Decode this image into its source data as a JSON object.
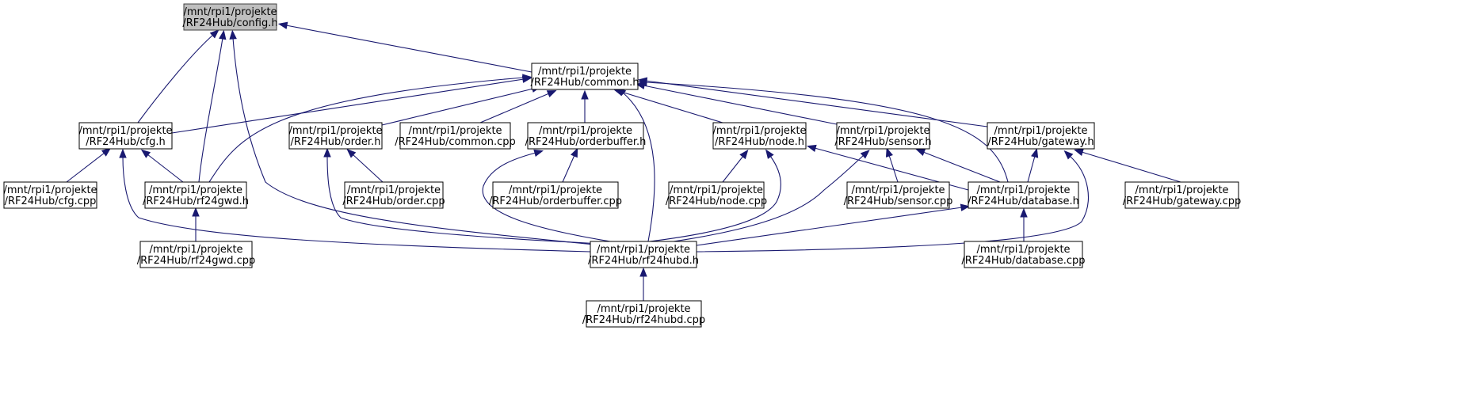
{
  "colors": {
    "edge": "#191970",
    "root_fill": "#bfbfbf",
    "node_fill": "#ffffff",
    "border": "#000000"
  },
  "nodes": [
    {
      "id": "config_h",
      "line1": "/mnt/rpi1/projekte",
      "line2": "/RF24Hub/config.h",
      "root": true
    },
    {
      "id": "common_h",
      "line1": "/mnt/rpi1/projekte",
      "line2": "/RF24Hub/common.h"
    },
    {
      "id": "cfg_h",
      "line1": "/mnt/rpi1/projekte",
      "line2": "/RF24Hub/cfg.h"
    },
    {
      "id": "order_h",
      "line1": "/mnt/rpi1/projekte",
      "line2": "/RF24Hub/order.h"
    },
    {
      "id": "common_cpp",
      "line1": "/mnt/rpi1/projekte",
      "line2": "/RF24Hub/common.cpp"
    },
    {
      "id": "orderbuffer_h",
      "line1": "/mnt/rpi1/projekte",
      "line2": "/RF24Hub/orderbuffer.h"
    },
    {
      "id": "node_h",
      "line1": "/mnt/rpi1/projekte",
      "line2": "/RF24Hub/node.h"
    },
    {
      "id": "sensor_h",
      "line1": "/mnt/rpi1/projekte",
      "line2": "/RF24Hub/sensor.h"
    },
    {
      "id": "gateway_h",
      "line1": "/mnt/rpi1/projekte",
      "line2": "/RF24Hub/gateway.h"
    },
    {
      "id": "cfg_cpp",
      "line1": "/mnt/rpi1/projekte",
      "line2": "/RF24Hub/cfg.cpp"
    },
    {
      "id": "rf24gwd_h",
      "line1": "/mnt/rpi1/projekte",
      "line2": "/RF24Hub/rf24gwd.h"
    },
    {
      "id": "order_cpp",
      "line1": "/mnt/rpi1/projekte",
      "line2": "/RF24Hub/order.cpp"
    },
    {
      "id": "orderbuffer_cpp",
      "line1": "/mnt/rpi1/projekte",
      "line2": "/RF24Hub/orderbuffer.cpp"
    },
    {
      "id": "node_cpp",
      "line1": "/mnt/rpi1/projekte",
      "line2": "/RF24Hub/node.cpp"
    },
    {
      "id": "sensor_cpp",
      "line1": "/mnt/rpi1/projekte",
      "line2": "/RF24Hub/sensor.cpp"
    },
    {
      "id": "database_h",
      "line1": "/mnt/rpi1/projekte",
      "line2": "/RF24Hub/database.h"
    },
    {
      "id": "gateway_cpp",
      "line1": "/mnt/rpi1/projekte",
      "line2": "/RF24Hub/gateway.cpp"
    },
    {
      "id": "rf24gwd_cpp",
      "line1": "/mnt/rpi1/projekte",
      "line2": "/RF24Hub/rf24gwd.cpp"
    },
    {
      "id": "rf24hubd_h",
      "line1": "/mnt/rpi1/projekte",
      "line2": "/RF24Hub/rf24hubd.h"
    },
    {
      "id": "database_cpp",
      "line1": "/mnt/rpi1/projekte",
      "line2": "/RF24Hub/database.cpp"
    },
    {
      "id": "rf24hubd_cpp",
      "line1": "/mnt/rpi1/projekte",
      "line2": "/RF24Hub/rf24hubd.cpp"
    }
  ],
  "edges": [
    {
      "from": "common_h",
      "to": "config_h"
    },
    {
      "from": "cfg_h",
      "to": "config_h"
    },
    {
      "from": "rf24gwd_h",
      "to": "config_h"
    },
    {
      "from": "rf24hubd_h",
      "to": "config_h"
    },
    {
      "from": "cfg_h",
      "to": "common_h"
    },
    {
      "from": "order_h",
      "to": "common_h"
    },
    {
      "from": "common_cpp",
      "to": "common_h"
    },
    {
      "from": "orderbuffer_h",
      "to": "common_h"
    },
    {
      "from": "node_h",
      "to": "common_h"
    },
    {
      "from": "sensor_h",
      "to": "common_h"
    },
    {
      "from": "gateway_h",
      "to": "common_h"
    },
    {
      "from": "rf24gwd_h",
      "to": "common_h"
    },
    {
      "from": "rf24hubd_h",
      "to": "common_h"
    },
    {
      "from": "database_h",
      "to": "common_h"
    },
    {
      "from": "cfg_cpp",
      "to": "cfg_h"
    },
    {
      "from": "rf24gwd_h",
      "to": "cfg_h"
    },
    {
      "from": "rf24hubd_h",
      "to": "cfg_h"
    },
    {
      "from": "rf24gwd_cpp",
      "to": "rf24gwd_h"
    },
    {
      "from": "order_cpp",
      "to": "order_h"
    },
    {
      "from": "rf24hubd_h",
      "to": "order_h"
    },
    {
      "from": "orderbuffer_cpp",
      "to": "orderbuffer_h"
    },
    {
      "from": "rf24hubd_h",
      "to": "orderbuffer_h"
    },
    {
      "from": "node_cpp",
      "to": "node_h"
    },
    {
      "from": "rf24hubd_h",
      "to": "node_h"
    },
    {
      "from": "database_h",
      "to": "node_h"
    },
    {
      "from": "sensor_cpp",
      "to": "sensor_h"
    },
    {
      "from": "database_h",
      "to": "sensor_h"
    },
    {
      "from": "rf24hubd_h",
      "to": "sensor_h"
    },
    {
      "from": "database_h",
      "to": "gateway_h"
    },
    {
      "from": "gateway_cpp",
      "to": "gateway_h"
    },
    {
      "from": "rf24hubd_h",
      "to": "gateway_h"
    },
    {
      "from": "rf24hubd_h",
      "to": "database_h"
    },
    {
      "from": "database_cpp",
      "to": "database_h"
    },
    {
      "from": "rf24hubd_cpp",
      "to": "rf24hubd_h"
    }
  ]
}
